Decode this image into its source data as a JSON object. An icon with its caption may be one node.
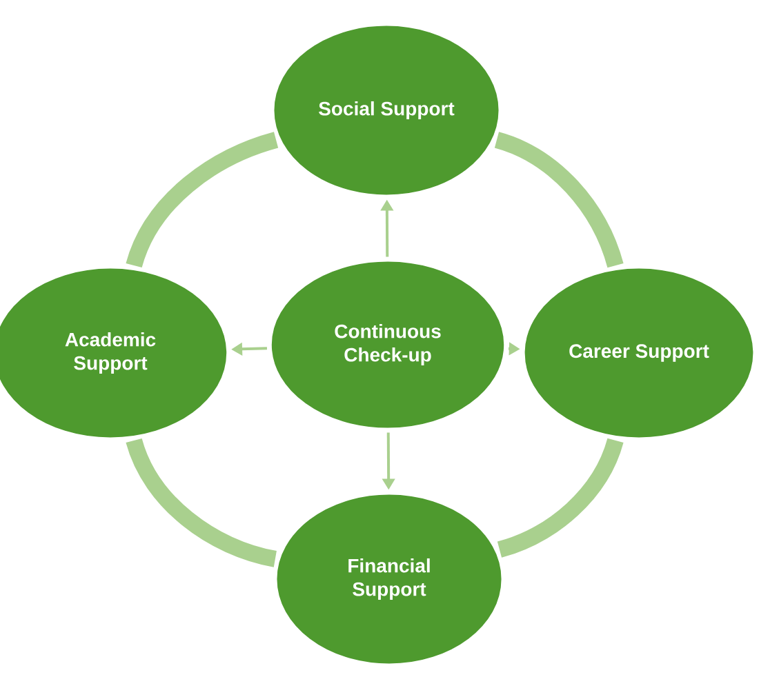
{
  "diagram": {
    "nodes": [
      {
        "text": [
          "Social Support"
        ]
      },
      {
        "text": [
          "Academic Support"
        ]
      },
      {
        "text": [
          "Continuous Check-up"
        ]
      },
      {
        "text": [
          "Career Support"
        ]
      },
      {
        "text": [
          "Financial Support"
        ]
      }
    ],
    "edges": [
      {
        "from": 2,
        "to": 0,
        "arrow": "to"
      },
      {
        "from": 2,
        "to": 1,
        "arrow": "to"
      },
      {
        "from": 2,
        "to": 3,
        "arrow": "to"
      },
      {
        "from": 2,
        "to": 4,
        "arrow": "to"
      },
      {
        "from": 0,
        "to": 3,
        "arrow": "none",
        "style": "thick"
      },
      {
        "from": 3,
        "to": 4,
        "arrow": "none",
        "style": "thick"
      },
      {
        "from": 4,
        "to": 1,
        "arrow": "none",
        "style": "thick"
      },
      {
        "from": 1,
        "to": 0,
        "arrow": "none",
        "style": "thick"
      }
    ]
  }
}
